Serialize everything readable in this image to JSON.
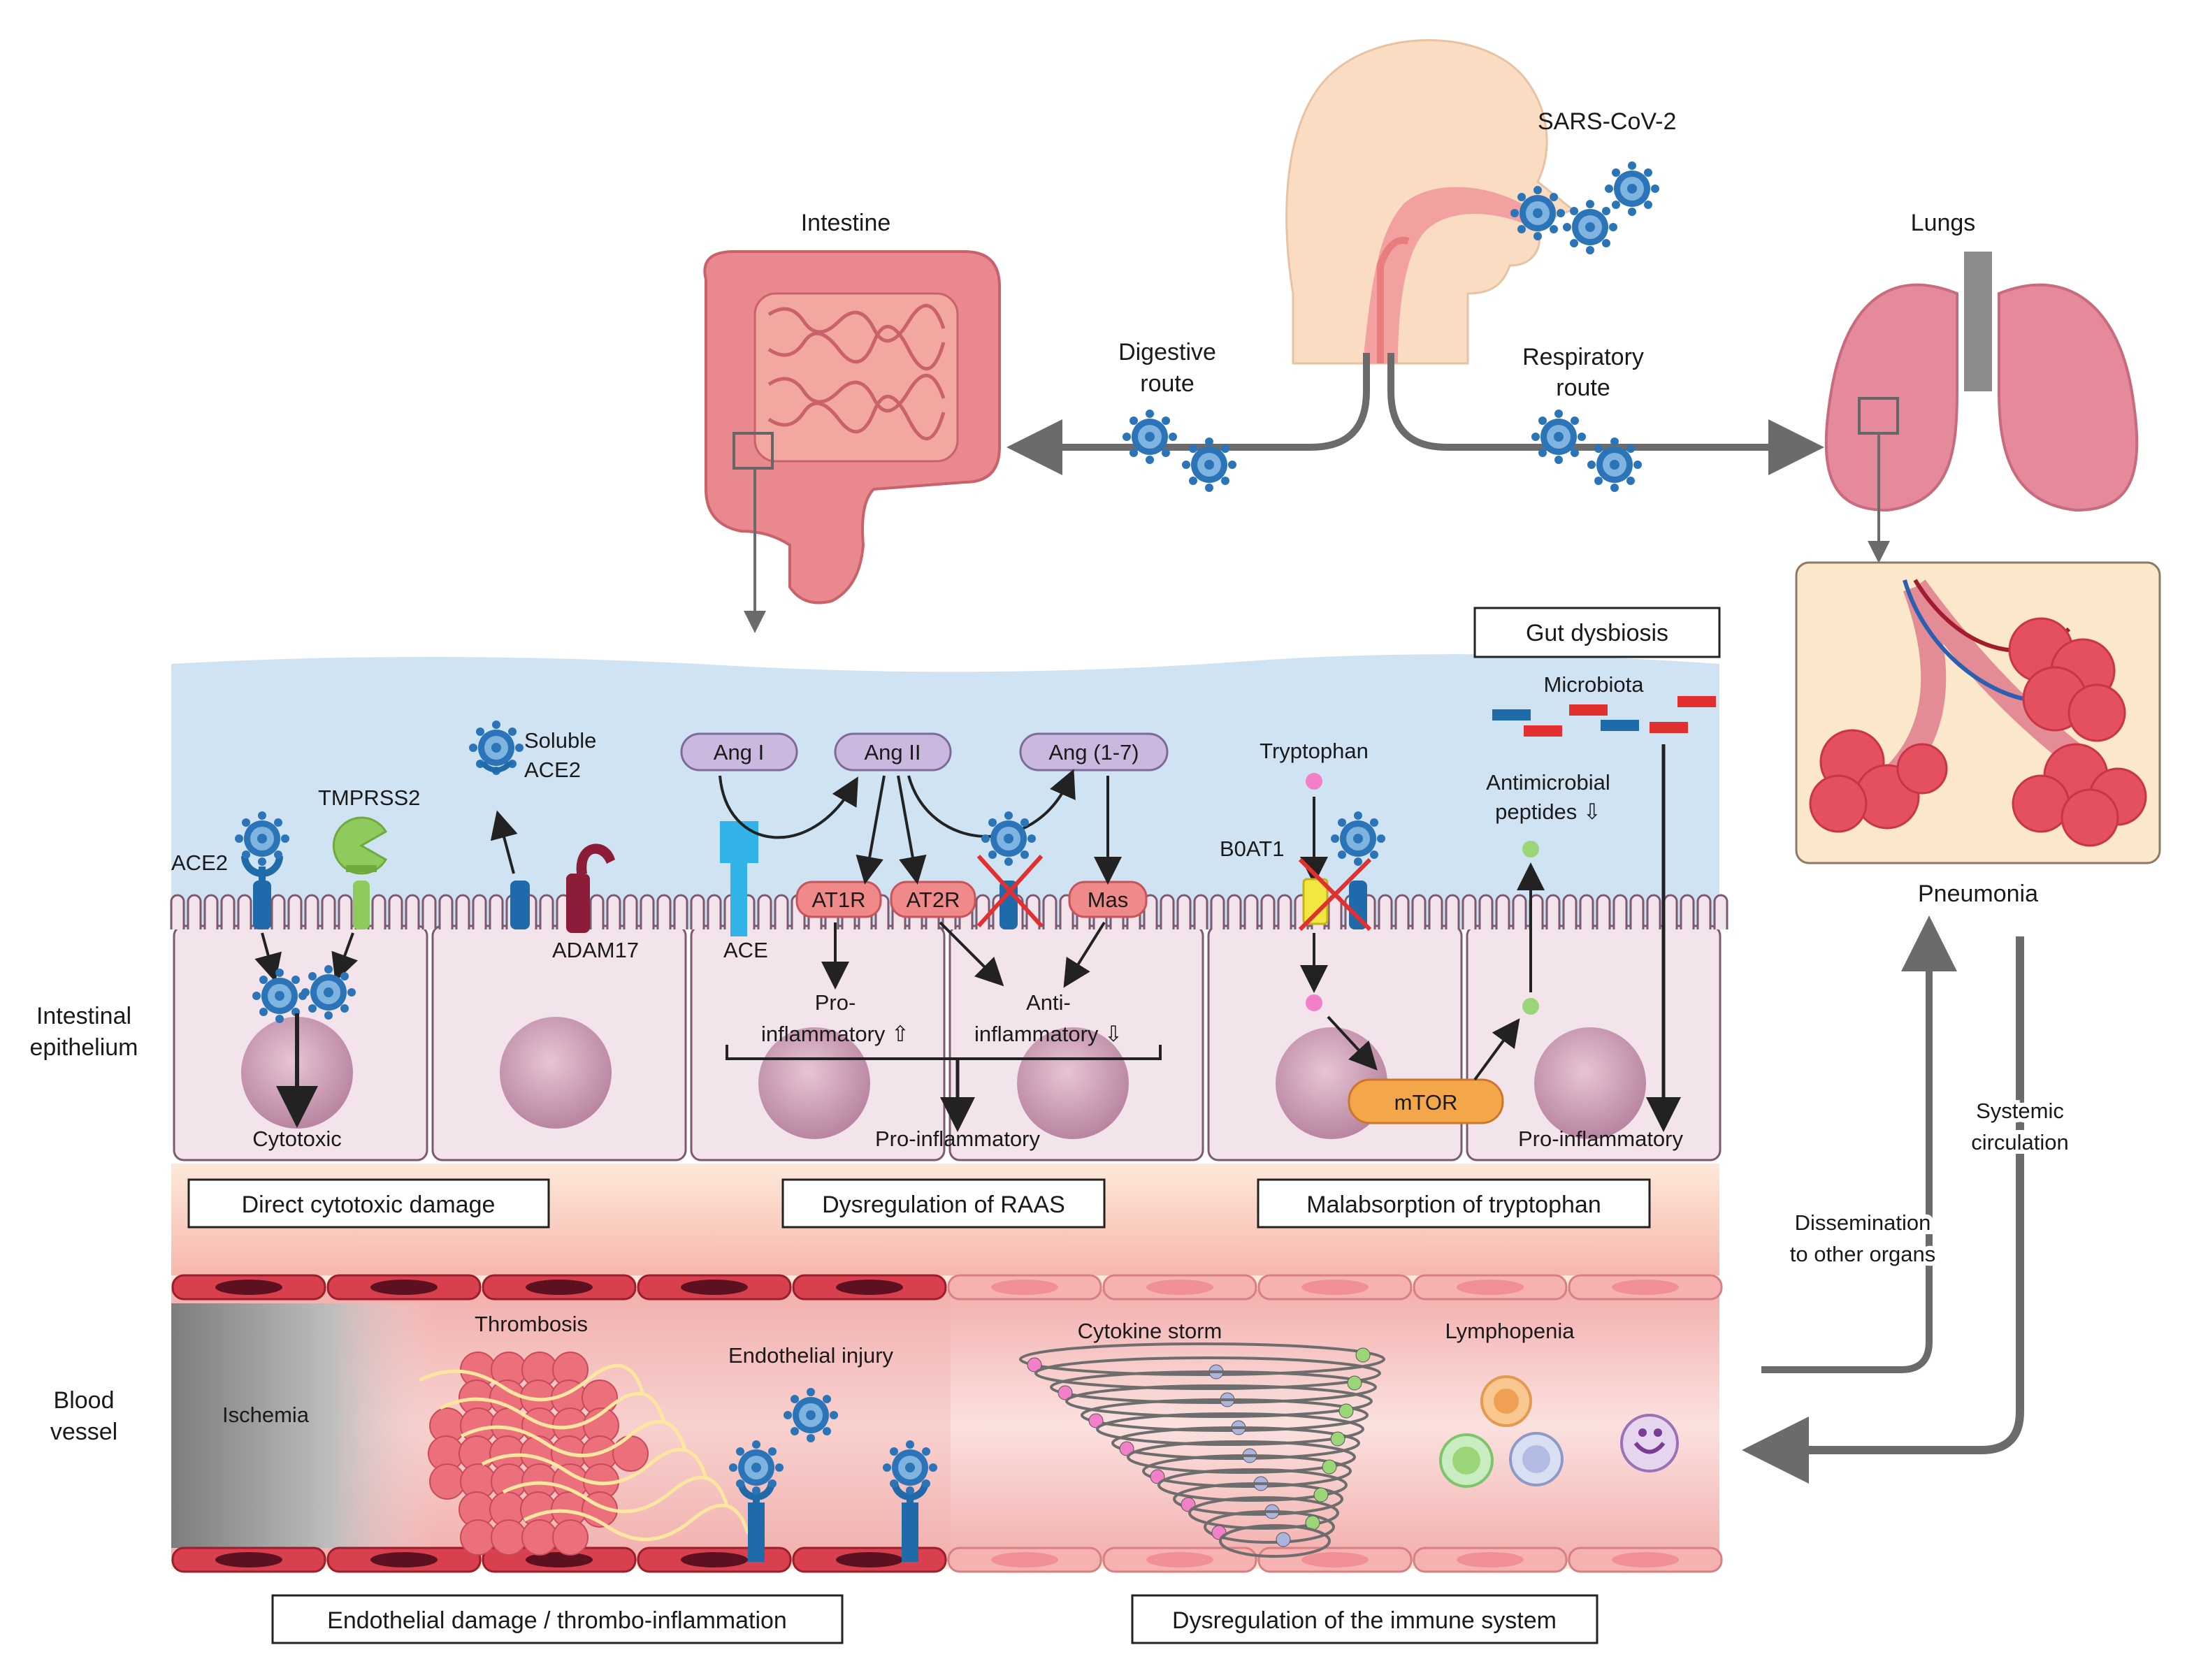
{
  "top": {
    "virus_label": "SARS-CoV-2",
    "intestine_label": "Intestine",
    "lungs_label": "Lungs",
    "digestive_route": [
      "Digestive",
      "route"
    ],
    "respiratory_route": [
      "Respiratory",
      "route"
    ],
    "pneumonia_label": "Pneumonia"
  },
  "side_labels": {
    "epithelium": [
      "Intestinal",
      "epithelium"
    ],
    "vessel": [
      "Blood",
      "vessel"
    ]
  },
  "epithelium": {
    "ace2": "ACE2",
    "tmprss2": "TMPRSS2",
    "soluble_ace2": [
      "Soluble",
      "ACE2"
    ],
    "adam17": "ADAM17",
    "ace": "ACE",
    "ang1": "Ang I",
    "ang2": "Ang II",
    "ang17": "Ang (1-7)",
    "at1r": "AT1R",
    "at2r": "AT2R",
    "mas": "Mas",
    "pro_inflammatory_up": [
      "Pro-",
      "inflammatory ⇧"
    ],
    "anti_inflammatory_down": [
      "Anti-",
      "inflammatory ⇩"
    ],
    "cytotoxic": "Cytotoxic",
    "pro_inflammatory_raas": "Pro-inflammatory",
    "tryptophan": "Tryptophan",
    "b0at1": "B0AT1",
    "mtor": "mTOR",
    "antimicrobial": [
      "Antimicrobial",
      "peptides ⇩"
    ],
    "microbiota": "Microbiota",
    "gut_dysbiosis": "Gut dysbiosis",
    "pro_inflammatory_gut": "Pro-inflammatory"
  },
  "mechanism_boxes": {
    "direct": "Direct cytotoxic damage",
    "raas": "Dysregulation of RAAS",
    "tryptophan": "Malabsorption of tryptophan",
    "endothelial": "Endothelial damage / thrombo-inflammation",
    "immune": "Dysregulation of the immune system"
  },
  "vessel": {
    "ischemia": "Ischemia",
    "thrombosis": "Thrombosis",
    "endothelial_injury": "Endothelial injury",
    "cytokine_storm": "Cytokine storm",
    "lymphopenia": "Lymphopenia"
  },
  "right_side": {
    "systemic": [
      "Systemic",
      "circulation"
    ],
    "dissemination": [
      "Dissemination",
      "to other organs"
    ]
  },
  "colors": {
    "virus": "#2b74b8",
    "epithelium_lumen": "#cfe3f3",
    "cell_fill": "#f3e4ec",
    "receptor_pill": "#f08a8a",
    "ang_pill": "#cbb8de",
    "mtor": "#f4a64a",
    "vessel": "#f7c6c4",
    "lung_box": "#fbe7c9"
  }
}
